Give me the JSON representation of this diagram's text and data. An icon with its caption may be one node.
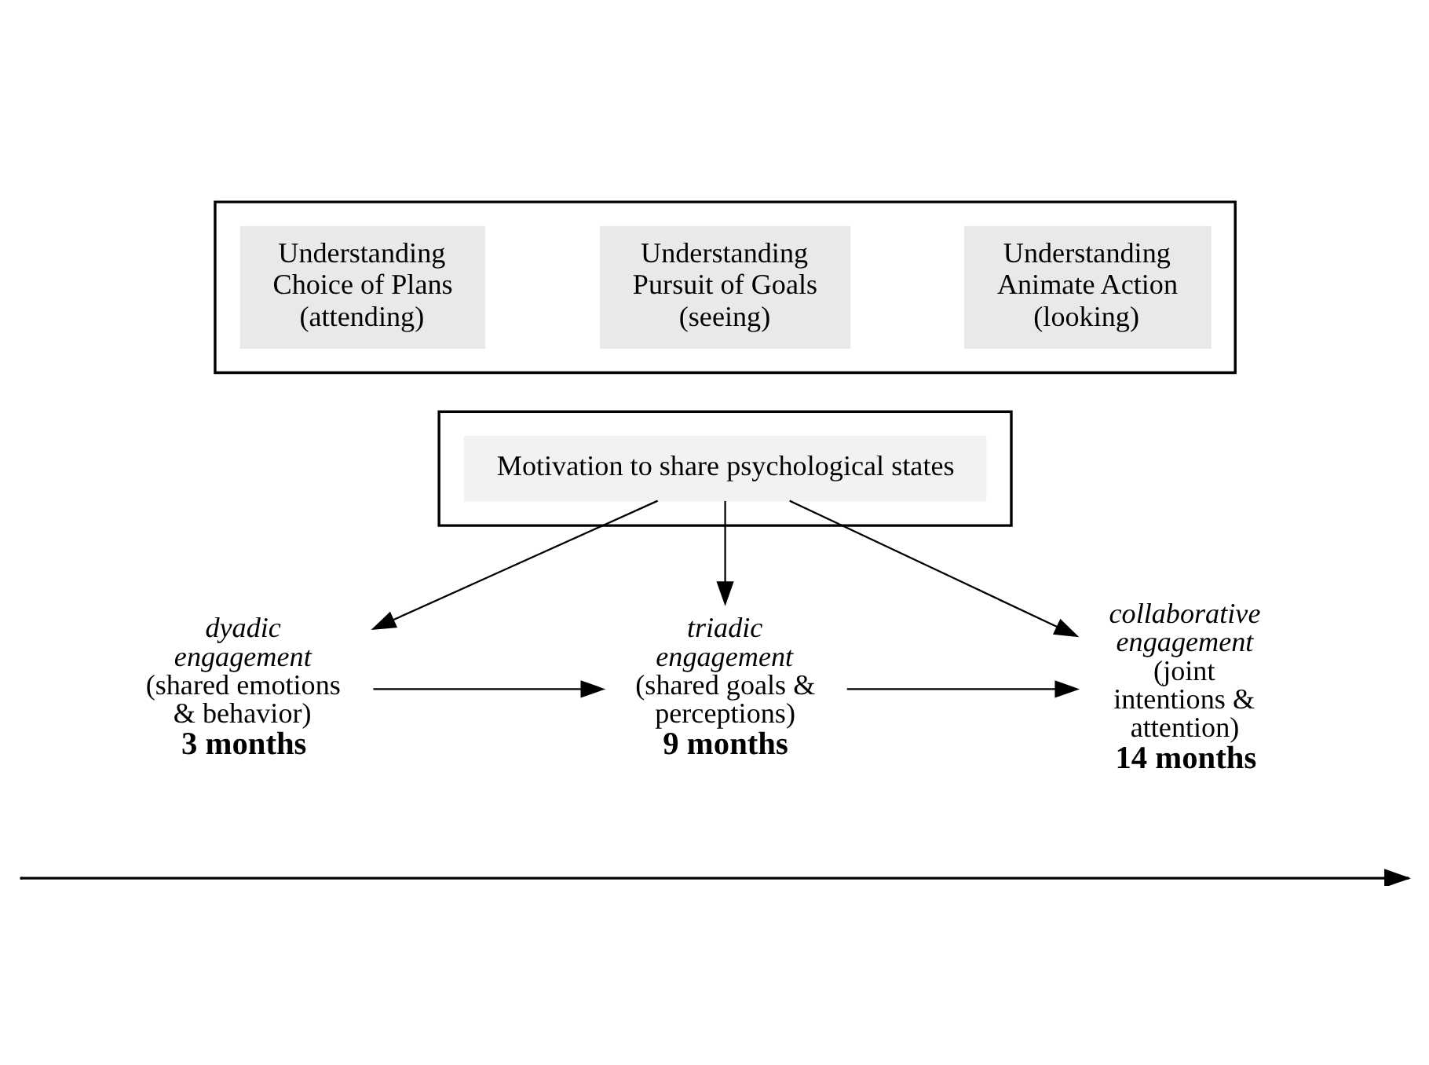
{
  "diagram": {
    "nodes": [
      {
        "text": [],
        "shape": "box"
      },
      {
        "text": [
          "Understanding Animate Action (looking)"
        ],
        "in": 0
      },
      {
        "text": [
          "Understanding Pursuit of Goals (seeing)"
        ],
        "in": 0
      },
      {
        "text": [
          "Understanding Choice of Plans (attending)"
        ],
        "in": 0
      },
      {
        "text": [],
        "shape": "box"
      },
      {
        "text": [
          "Motivation to share psychological states"
        ],
        "in": 4
      },
      {
        "text": [
          "dyadic engagement",
          "(shared emotions & behavior)",
          "3 months"
        ]
      },
      {
        "text": [
          "triadic engagement",
          "(shared goals & perceptions)",
          "9 months"
        ]
      },
      {
        "text": [
          "collaborative engagement",
          "(joint intentions & attention)",
          "14 months"
        ]
      }
    ],
    "edges": [
      {
        "from": 5,
        "to": 6,
        "arrow": "to"
      },
      {
        "from": 5,
        "to": 7,
        "arrow": "to"
      },
      {
        "from": 5,
        "to": 8,
        "arrow": "to"
      },
      {
        "from": 6,
        "to": 7,
        "arrow": "to"
      },
      {
        "from": 7,
        "to": 8,
        "arrow": "to"
      }
    ]
  }
}
